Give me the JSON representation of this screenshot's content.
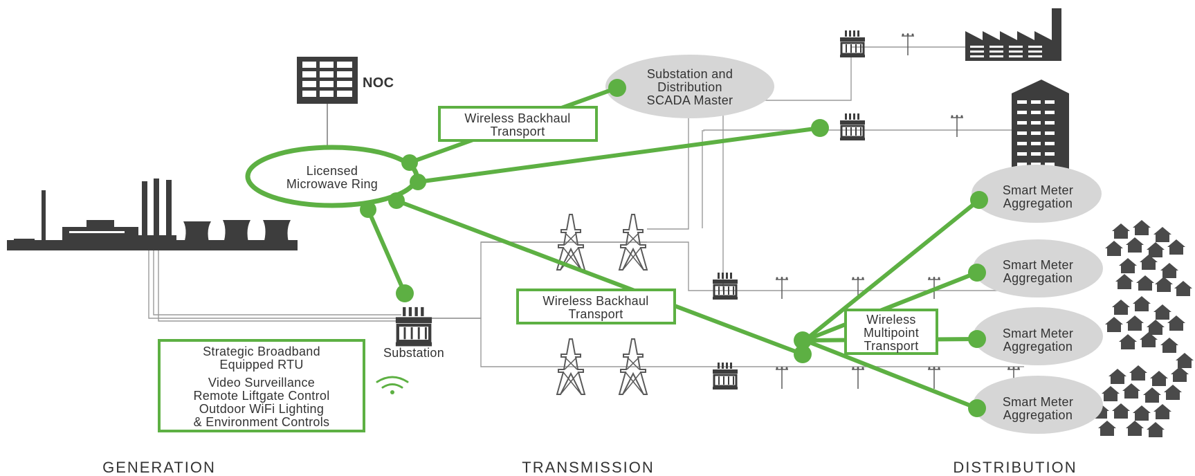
{
  "colors": {
    "accent": "#5db043",
    "dark": "#3d3d3d",
    "cloud": "#d6d6d6",
    "wire": "#9a9a9a"
  },
  "icons": [
    "factory-icon",
    "office-building-icon",
    "house-icon",
    "power-plant-icon",
    "transmission-tower-icon",
    "transformer-icon",
    "utility-pole-icon",
    "noc-server-rack-icon",
    "wifi-icon"
  ],
  "nodes": {
    "noc": "NOC",
    "scada": [
      "Substation and",
      "Distribution",
      "SCADA Master"
    ],
    "ring": [
      "Licensed",
      "Microwave Ring"
    ],
    "backhaul_top": [
      "Wireless Backhaul",
      "Transport"
    ],
    "backhaul_mid": [
      "Wireless Backhaul",
      "Transport"
    ],
    "multipoint": [
      "Wireless",
      "Multipoint",
      "Transport"
    ],
    "substation": "Substation",
    "rtu": [
      "Strategic Broadband",
      "Equipped RTU"
    ],
    "rtu_features": [
      "Video Surveillance",
      "Remote Liftgate Control",
      "Outdoor WiFi Lighting",
      "& Environment Controls"
    ],
    "smart_meters": [
      [
        "Smart Meter",
        "Aggregation"
      ],
      [
        "Smart Meter",
        "Aggregation"
      ],
      [
        "Smart Meter",
        "Aggregation"
      ],
      [
        "Smart Meter",
        "Aggregation"
      ]
    ]
  },
  "sections": [
    "GENERATION",
    "TRANSMISSION",
    "DISTRIBUTION"
  ]
}
